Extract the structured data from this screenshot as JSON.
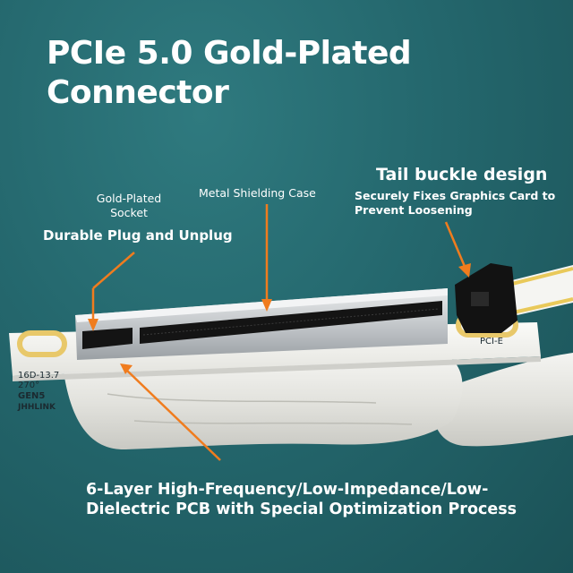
{
  "title": "PCIe 5.0 Gold-Plated Connector",
  "annotations": {
    "tail_buckle_title": "Tail buckle design",
    "tail_buckle_desc": "Securely Fixes Graphics Card to Prevent Loosening",
    "metal_shielding": "Metal Shielding Case",
    "gold_plated_socket": "Gold-Plated Socket",
    "durable_plug": "Durable Plug and Unplug",
    "pcb_desc": "6-Layer High-Frequency/Low-Impedance/Low-Dielectric PCB with Special Optimization Process"
  },
  "pcb_silkscreen": {
    "line1": "16D-13.7",
    "line2": "270°",
    "line3": "GEN5",
    "line4": "JHHLINK",
    "right_label": "PCI-E"
  },
  "colors": {
    "background": "#24676d",
    "arrow": "#f07c1e",
    "gold_contact": "#e8c86a",
    "pcb_white": "#f2f2ee"
  }
}
